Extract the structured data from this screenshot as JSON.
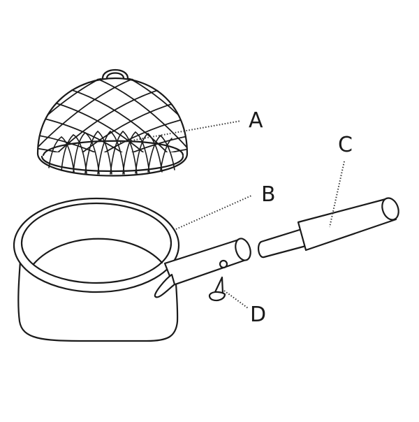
{
  "diagram": {
    "type": "exploded-parts-illustration",
    "subject": "saucepan with mesh lid and detachable handle",
    "labels": [
      {
        "id": "A",
        "text": "A",
        "part": "mesh dome lid"
      },
      {
        "id": "B",
        "text": "B",
        "part": "saucepan body with handle socket"
      },
      {
        "id": "C",
        "text": "C",
        "part": "detachable handle"
      },
      {
        "id": "D",
        "text": "D",
        "part": "fixing screw"
      }
    ],
    "colors": {
      "line": "#1a1a1a",
      "background": "#ffffff"
    }
  }
}
